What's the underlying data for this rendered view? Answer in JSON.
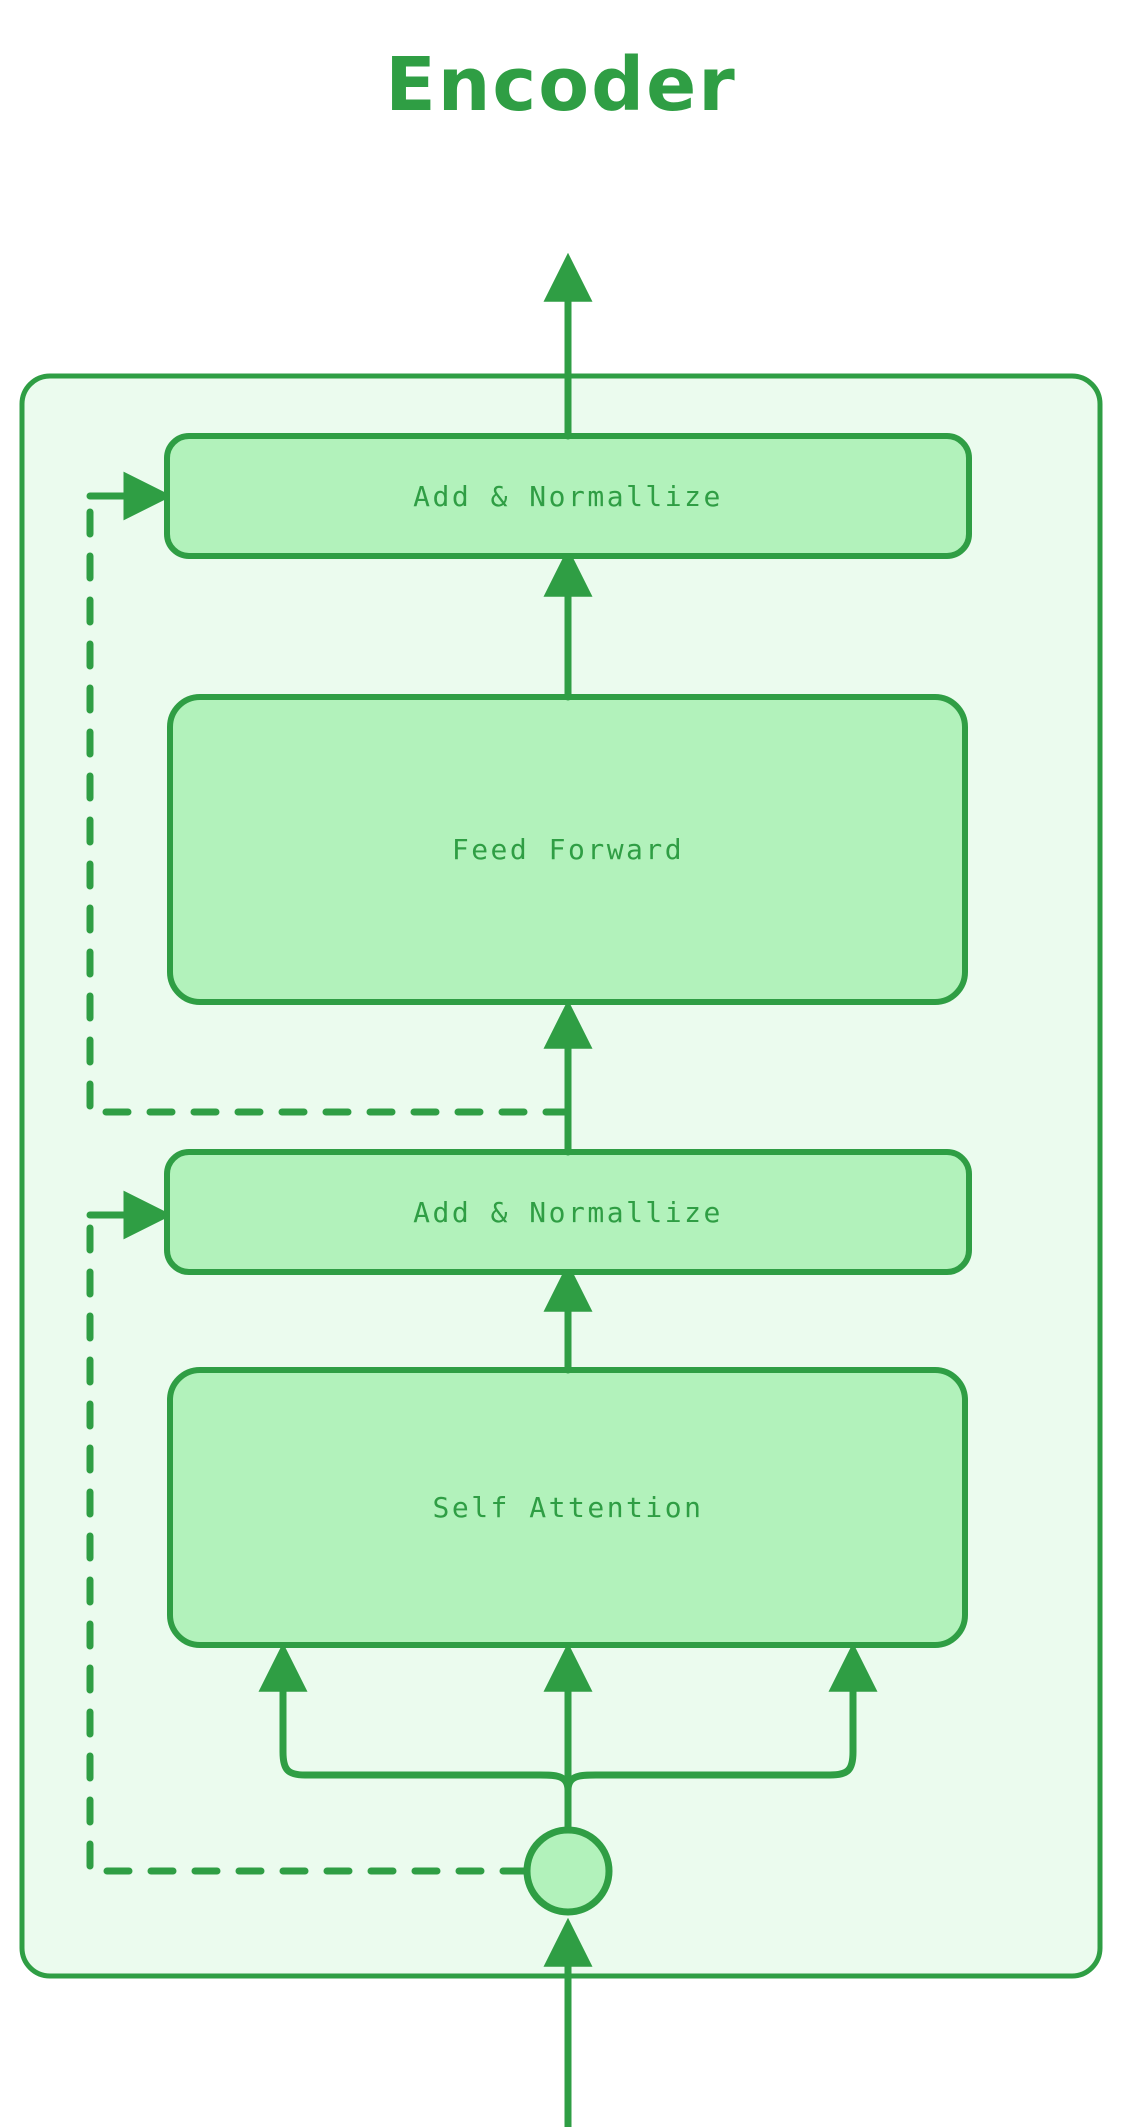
{
  "diagram": {
    "title": "Encoder",
    "type": "flowchart",
    "colors": {
      "stroke": "#2f9e44",
      "node_fill": "#b2f2bb",
      "container_fill": "#ebfbee",
      "text": "#2f9e44",
      "background": "#ffffff"
    },
    "container": {
      "name": "encoder-block",
      "label": ""
    },
    "nodes": [
      {
        "id": "add-norm-top",
        "label": "Add & Normallize",
        "shape": "rounded-rect"
      },
      {
        "id": "feed-forward",
        "label": "Feed Forward",
        "shape": "rounded-rect"
      },
      {
        "id": "add-norm-bottom",
        "label": "Add & Normallize",
        "shape": "rounded-rect"
      },
      {
        "id": "self-attention",
        "label": "Self Attention",
        "shape": "rounded-rect"
      },
      {
        "id": "input-junction",
        "label": "",
        "shape": "circle"
      }
    ],
    "edges": [
      {
        "from": "input-bottom",
        "to": "input-junction",
        "style": "solid",
        "arrow": true
      },
      {
        "from": "input-junction",
        "to": "self-attention",
        "style": "solid",
        "arrow": true,
        "branches": 3
      },
      {
        "from": "input-junction",
        "to": "add-norm-bottom",
        "style": "dashed",
        "arrow": true
      },
      {
        "from": "self-attention",
        "to": "add-norm-bottom",
        "style": "solid",
        "arrow": true
      },
      {
        "from": "add-norm-bottom",
        "to": "feed-forward",
        "style": "solid",
        "arrow": true
      },
      {
        "from": "add-norm-bottom",
        "to": "add-norm-top",
        "style": "dashed",
        "arrow": true
      },
      {
        "from": "feed-forward",
        "to": "add-norm-top",
        "style": "solid",
        "arrow": true
      },
      {
        "from": "add-norm-top",
        "to": "output-top",
        "style": "solid",
        "arrow": true
      }
    ]
  }
}
